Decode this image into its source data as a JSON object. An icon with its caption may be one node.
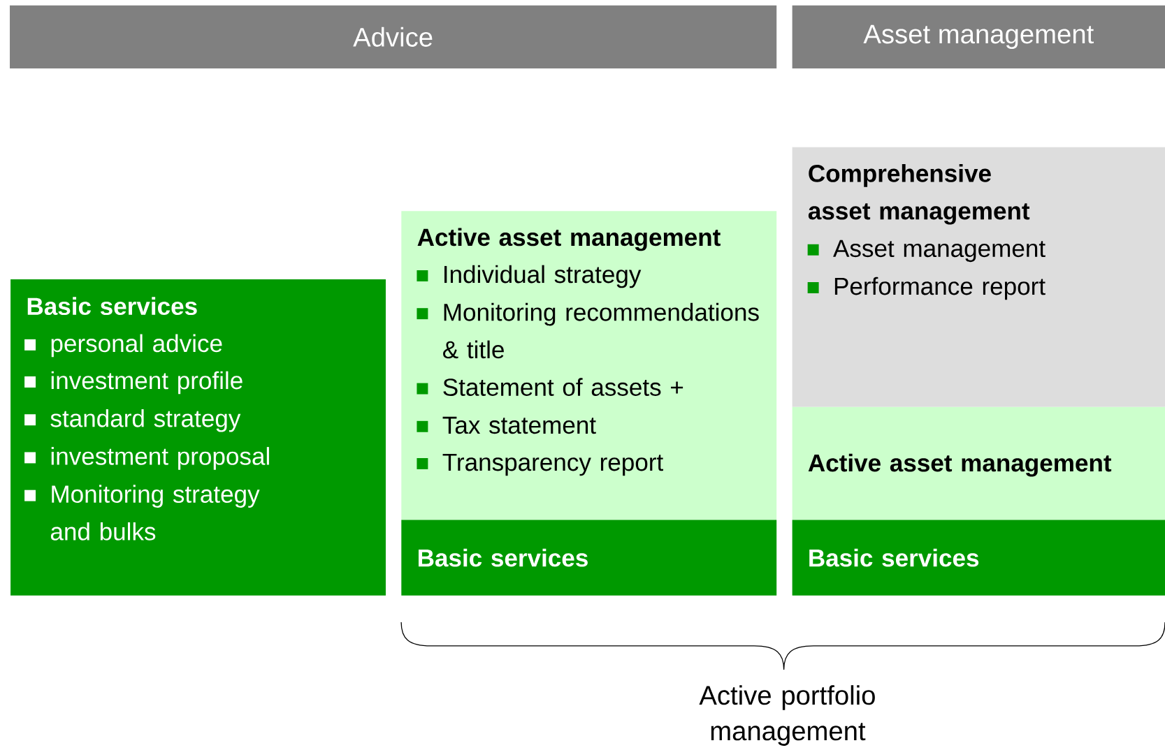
{
  "diagram": {
    "nodes": [
      {
        "text": [
          "Advice"
        ]
      },
      {
        "text": [
          "Asset management"
        ]
      },
      {
        "text": [
          "Basic services",
          "personal advice",
          "investment profile",
          "standard strategy",
          "investment proposal",
          "Monitoring strategy and bulks"
        ]
      },
      {
        "text": [
          "Active asset management",
          "Individual strategy",
          "Monitoring recommendations & title",
          "Statement of assets +",
          "Tax statement",
          "Transparency report"
        ]
      },
      {
        "text": [
          "Basic services"
        ]
      },
      {
        "text": [
          "Comprehensive asset management",
          "Asset management",
          "Performance report"
        ]
      },
      {
        "text": [
          "Active asset management"
        ]
      },
      {
        "text": [
          "Basic services"
        ]
      }
    ],
    "edges": [],
    "labels": [
      "Active portfolio management"
    ]
  }
}
